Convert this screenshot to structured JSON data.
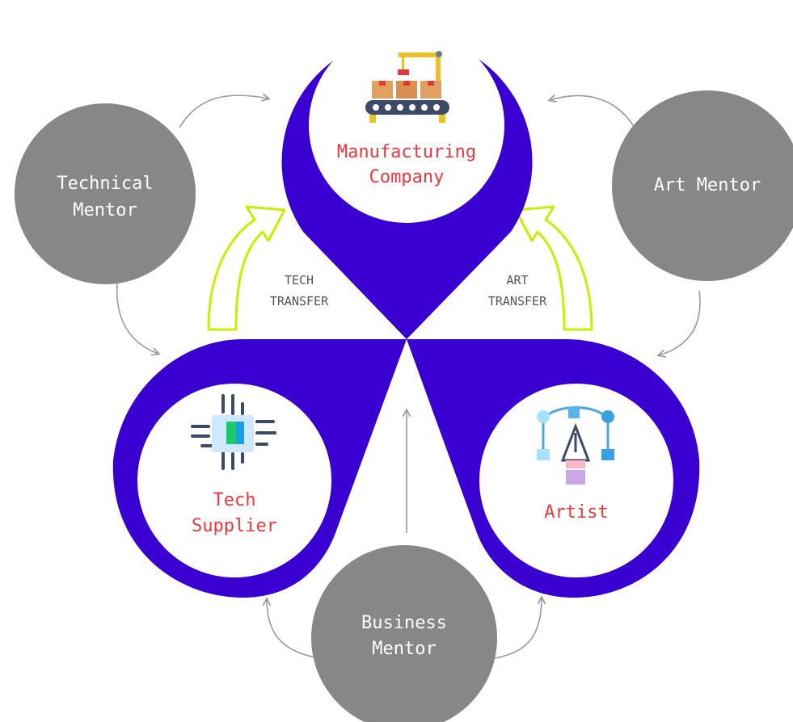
{
  "colors": {
    "pin": "#3a00d2",
    "mentor_circle": "#878787",
    "node_label": "#f0353c",
    "mentor_label": "#ffffff",
    "connector": "#9a9a9a",
    "transfer_arrow": "#c6f000",
    "transfer_label": "#555555"
  },
  "nodes": {
    "manufacturing": {
      "line1": "Manufacturing",
      "line2": "Company",
      "icon": "conveyor-belt-icon"
    },
    "tech_supplier": {
      "line1": "Tech",
      "line2": "Supplier",
      "icon": "microchip-icon"
    },
    "artist": {
      "line1": "Artist",
      "icon": "pen-tool-icon"
    }
  },
  "mentors": {
    "technical": {
      "line1": "Technical",
      "line2": "Mentor"
    },
    "art": {
      "line1": "Art Mentor"
    },
    "business": {
      "line1": "Business",
      "line2": "Mentor"
    }
  },
  "transfers": {
    "tech": {
      "line1": "TECH",
      "line2": "TRANSFER"
    },
    "art": {
      "line1": "ART",
      "line2": "TRANSFER"
    }
  }
}
